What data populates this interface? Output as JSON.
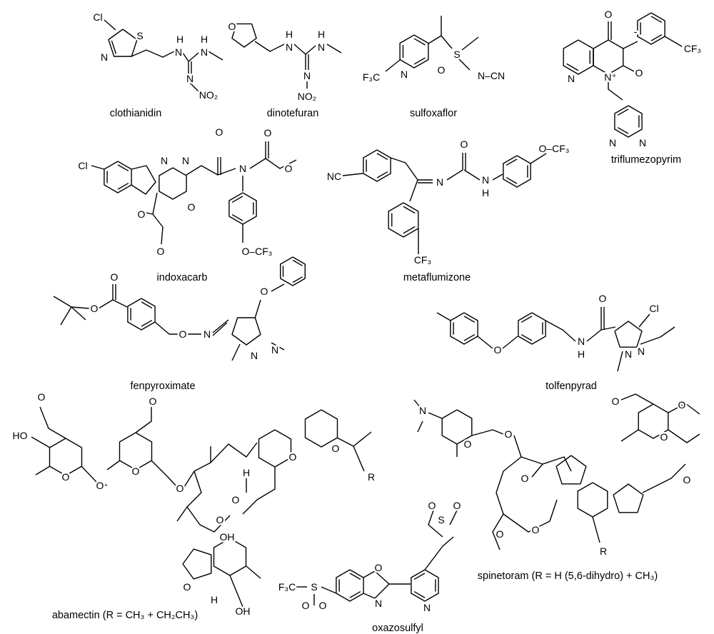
{
  "title": "Insecticide chemical structures",
  "molecules": [
    {
      "name": "clothianidin",
      "atoms": [
        "Cl",
        "S",
        "N",
        "H",
        "N",
        "N",
        "H",
        "N",
        "NO₂"
      ]
    },
    {
      "name": "dinotefuran",
      "atoms": [
        "O",
        "H",
        "N",
        "N",
        "H",
        "N",
        "NO₂"
      ]
    },
    {
      "name": "sulfoxaflor",
      "atoms": [
        "F₃C",
        "N",
        "S",
        "O",
        "N–CN"
      ]
    },
    {
      "name": "triflumezopyrim",
      "atoms": [
        "O",
        "-",
        "CF₃",
        "N",
        "N⁺",
        "O",
        "N",
        "N"
      ]
    },
    {
      "name": "indoxacarb",
      "atoms": [
        "Cl",
        "N",
        "N",
        "O",
        "N",
        "O",
        "O",
        "O",
        "O",
        "O",
        "O–CF₃"
      ]
    },
    {
      "name": "metaflumizone",
      "atoms": [
        "NC",
        "N",
        "O",
        "N",
        "H",
        "O–CF₃",
        "CF₃"
      ]
    },
    {
      "name": "fenpyroximate",
      "atoms": [
        "O",
        "O",
        "O",
        "N",
        "O",
        "N",
        "N"
      ]
    },
    {
      "name": "tolfenpyrad",
      "atoms": [
        "O",
        "O",
        "N",
        "H",
        "Cl",
        "N",
        "N"
      ]
    },
    {
      "name": "abamectin (R = CH₃ + CH₂CH₃)",
      "atoms": [
        "O",
        "HO",
        "O",
        "O",
        "O",
        "O",
        "O",
        "H",
        "O",
        "O",
        "R",
        "O",
        "O",
        "OH",
        "O",
        "H",
        "OH"
      ]
    },
    {
      "name": "oxazosulfyl",
      "atoms": [
        "S",
        "O",
        "O",
        "F₃C",
        "S",
        "O",
        "O",
        "O",
        "N",
        "N"
      ]
    },
    {
      "name": "spinetoram (R = H (5,6-dihydro) + CH₃)",
      "atoms": [
        "N",
        "O",
        "O",
        "O",
        "O",
        "O",
        "O",
        "O",
        "O",
        "O",
        "R"
      ]
    }
  ]
}
